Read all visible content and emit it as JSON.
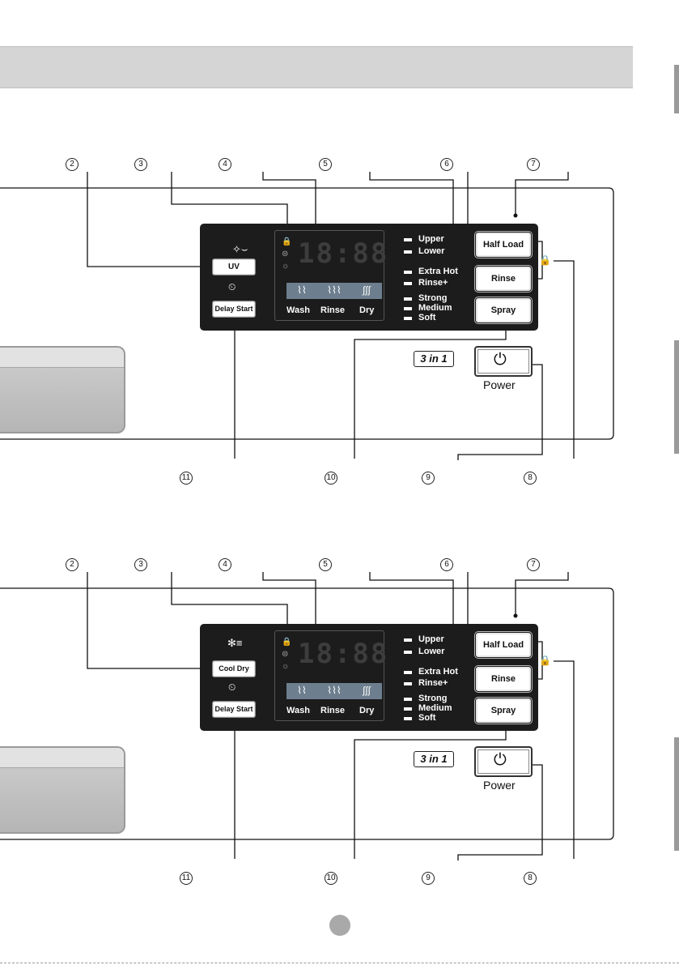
{
  "diagrams": [
    {
      "id": "top",
      "callouts_top": [
        "2",
        "3",
        "4",
        "5",
        "6",
        "7"
      ],
      "callouts_bottom": [
        "11",
        "10",
        "9",
        "8"
      ],
      "option_button_label": "UV",
      "option_icon": "uv-lamp-icon",
      "delay_label": "Delay Start",
      "digits": "18:88",
      "cycle_labels": [
        "Wash",
        "Rinse",
        "Dry"
      ],
      "zone_labels": [
        "Upper",
        "Lower"
      ],
      "temp_labels": [
        "Extra Hot",
        "Rinse+"
      ],
      "spray_labels": [
        "Strong",
        "Medium",
        "Soft"
      ],
      "buttons": [
        "Half Load",
        "Rinse",
        "Spray"
      ],
      "badge": "3 in 1",
      "power_label": "Power"
    },
    {
      "id": "bottom",
      "callouts_top": [
        "2",
        "3",
        "4",
        "5",
        "6",
        "7"
      ],
      "callouts_bottom": [
        "11",
        "10",
        "9",
        "8"
      ],
      "option_button_label": "Cool Dry",
      "option_icon": "fan-icon",
      "delay_label": "Delay Start",
      "digits": "18:88",
      "cycle_labels": [
        "Wash",
        "Rinse",
        "Dry"
      ],
      "zone_labels": [
        "Upper",
        "Lower"
      ],
      "temp_labels": [
        "Extra Hot",
        "Rinse+"
      ],
      "spray_labels": [
        "Strong",
        "Medium",
        "Soft"
      ],
      "buttons": [
        "Half Load",
        "Rinse",
        "Spray"
      ],
      "badge": "3 in 1",
      "power_label": "Power"
    }
  ],
  "colors": {
    "panel": "#1c1c1c",
    "cycle_bar": "#6d7f8f",
    "header_bar": "#d5d5d5"
  }
}
